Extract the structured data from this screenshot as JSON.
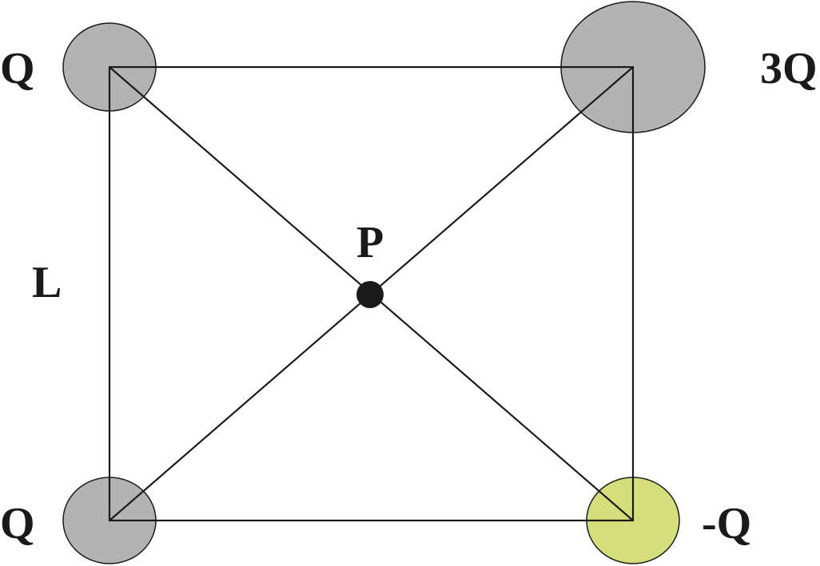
{
  "diagram": {
    "charges": [
      {
        "label": "Q",
        "color": "#b3b3b3"
      },
      {
        "label": "3Q",
        "color": "#b3b3b3"
      },
      {
        "label": "Q",
        "color": "#b3b3b3"
      },
      {
        "label": "-Q",
        "color": "#d4df7c"
      }
    ],
    "center_label": "P",
    "side_label": "L",
    "line_color": "#1a1a1a",
    "point_color": "#1a1a1a"
  }
}
